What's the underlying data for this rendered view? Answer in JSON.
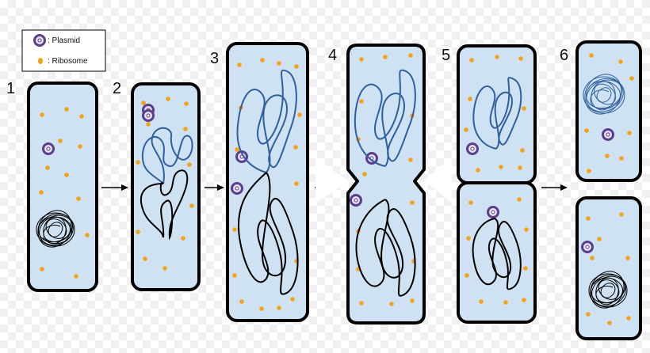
{
  "legend": {
    "plasmid_label": ": Plasmid",
    "ribosome_label": ": Ribosome"
  },
  "steps": [
    {
      "number": "1"
    },
    {
      "number": "2"
    },
    {
      "number": "3"
    },
    {
      "number": "4"
    },
    {
      "number": "5"
    },
    {
      "number": "6"
    }
  ],
  "colors": {
    "cytoplasm": "#cfe2f3",
    "membrane": "#000000",
    "ribosome": "#f4a21c",
    "plasmid_ring": "#5b3e8c",
    "plasmid_fill": "#e8e0f4",
    "dna_original": "#000000",
    "dna_copy": "#2f5f9e"
  }
}
